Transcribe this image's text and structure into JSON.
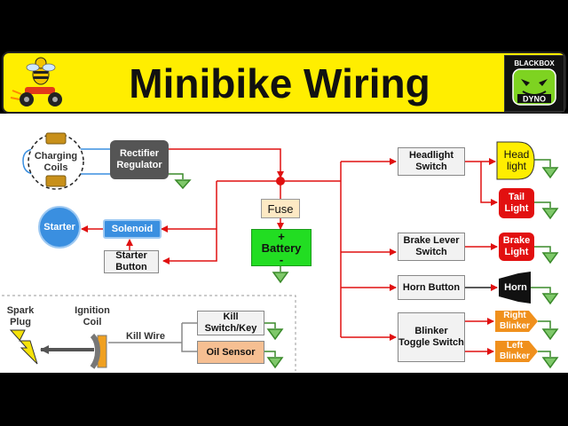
{
  "title": "Minibike Wiring",
  "logo": {
    "line1": "BLACKBOX",
    "line2": "DYNO"
  },
  "components": {
    "charging_coils": "Charging Coils",
    "rectifier": "Rectifier Regulator",
    "fuse": "Fuse",
    "battery_plus": "+",
    "battery": "Battery",
    "battery_minus": "-",
    "starter": "Starter",
    "solenoid": "Solenoid",
    "starter_button": "Starter Button",
    "headlight_switch": "Headlight Switch",
    "head_light": "Head light",
    "tail_light": "Tail Light",
    "brake_switch": "Brake Lever Switch",
    "brake_light": "Brake Light",
    "horn_button": "Horn Button",
    "horn": "Horn",
    "blinker_switch": "Blinker Toggle Switch",
    "right_blinker": "Right Blinker",
    "left_blinker": "Left Blinker",
    "spark_plug": "Spark Plug",
    "ignition_coil": "Ignition Coil",
    "kill_wire": "Kill Wire",
    "kill_switch": "Kill Switch/Key",
    "oil_sensor": "Oil Sensor"
  },
  "colors": {
    "wire_red": "#e01010",
    "wire_gray": "#555555",
    "ground_green": "#3a8a2a",
    "banner_yellow": "#ffee00"
  }
}
